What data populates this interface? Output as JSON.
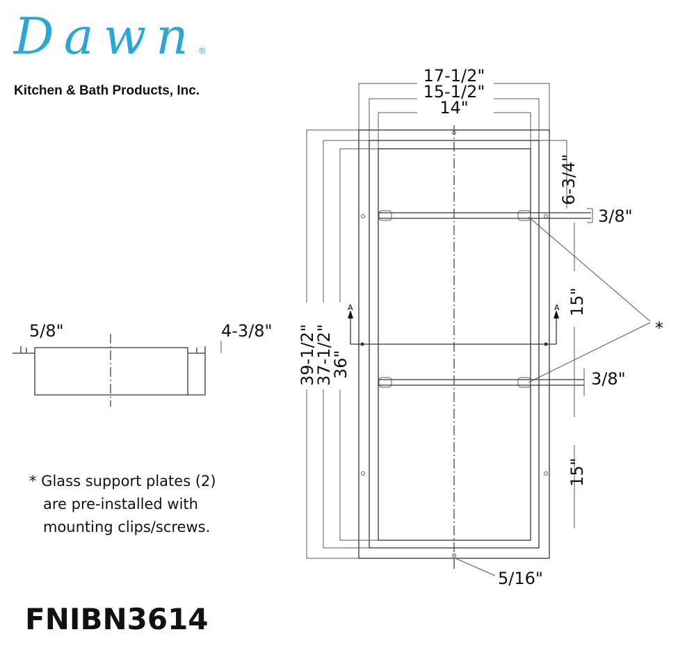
{
  "brand": {
    "logo": "Dawn",
    "registered": "®",
    "company": "Kitchen & Bath Products, Inc."
  },
  "model": "FNIBN3614",
  "note": {
    "lines": [
      "* Glass support plates (2)",
      "are pre-installed with",
      "mounting clips/screws."
    ]
  },
  "side_view": {
    "flange": "5/8\"",
    "depth": "4-3/8\""
  },
  "front_view": {
    "width_outer": "17-1/2\"",
    "width_mid": "15-1/2\"",
    "width_inner": "14\"",
    "height_outer": "39-1/2\"",
    "height_mid": "37-1/2\"",
    "height_inner": "36\"",
    "top_to_shelf": "6-3/4\"",
    "shelf_thickness_1": "3/8\"",
    "shelf_spacing_1": "15\"",
    "shelf_thickness_2": "3/8\"",
    "shelf_spacing_2": "15\"",
    "bottom_offset": "5/16\"",
    "section_mark": "A",
    "asterisk": "*"
  }
}
